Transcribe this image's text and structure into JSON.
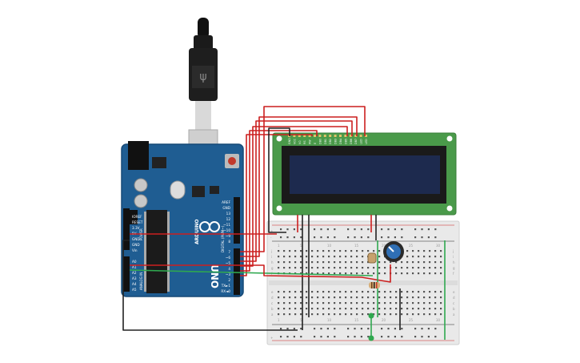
{
  "arduino": {
    "name": "ARDUINO",
    "model": "UNO",
    "power_pins": [
      "IOREF",
      "RESET",
      "3.3V",
      "5V",
      "GND",
      "GND",
      "Vin"
    ],
    "analog_pins": [
      "A0",
      "A1",
      "A2",
      "A3",
      "A4",
      "A5"
    ],
    "power_label": "POWER",
    "analog_label": "ANALOG IN",
    "digital_label": "DIGITAL (PWM~)",
    "top_pins": [
      "AREF",
      "GND",
      "13",
      "12",
      "~11",
      "~10",
      "~9",
      "8"
    ],
    "bottom_pins": [
      "7",
      "~6",
      "~5",
      "4",
      "~3",
      "2",
      "TX►1",
      "RX◄0"
    ]
  },
  "lcd": {
    "pin_labels": [
      "GND",
      "VCC",
      "V0",
      "RS",
      "RW",
      "E",
      "DB0",
      "DB1",
      "DB2",
      "DB3",
      "DB4",
      "DB5",
      "DB6",
      "DB7",
      "LED",
      "LED"
    ]
  },
  "breadboard": {
    "rows_top": [
      "j",
      "i",
      "h",
      "g",
      "f"
    ],
    "rows_bottom": [
      "e",
      "d",
      "c",
      "b",
      "a"
    ],
    "col_numbers": [
      "1",
      "5",
      "10",
      "15",
      "20",
      "25",
      "30"
    ],
    "rail_plus": "+",
    "rail_minus": "-"
  },
  "colors": {
    "board": "#1f5d92",
    "lcd_pcb": "#4a9a4a",
    "lcd_screen": "#1d2a4e",
    "wire_red": "#cc1f1f",
    "wire_black": "#222222",
    "wire_green": "#2fa84f"
  }
}
